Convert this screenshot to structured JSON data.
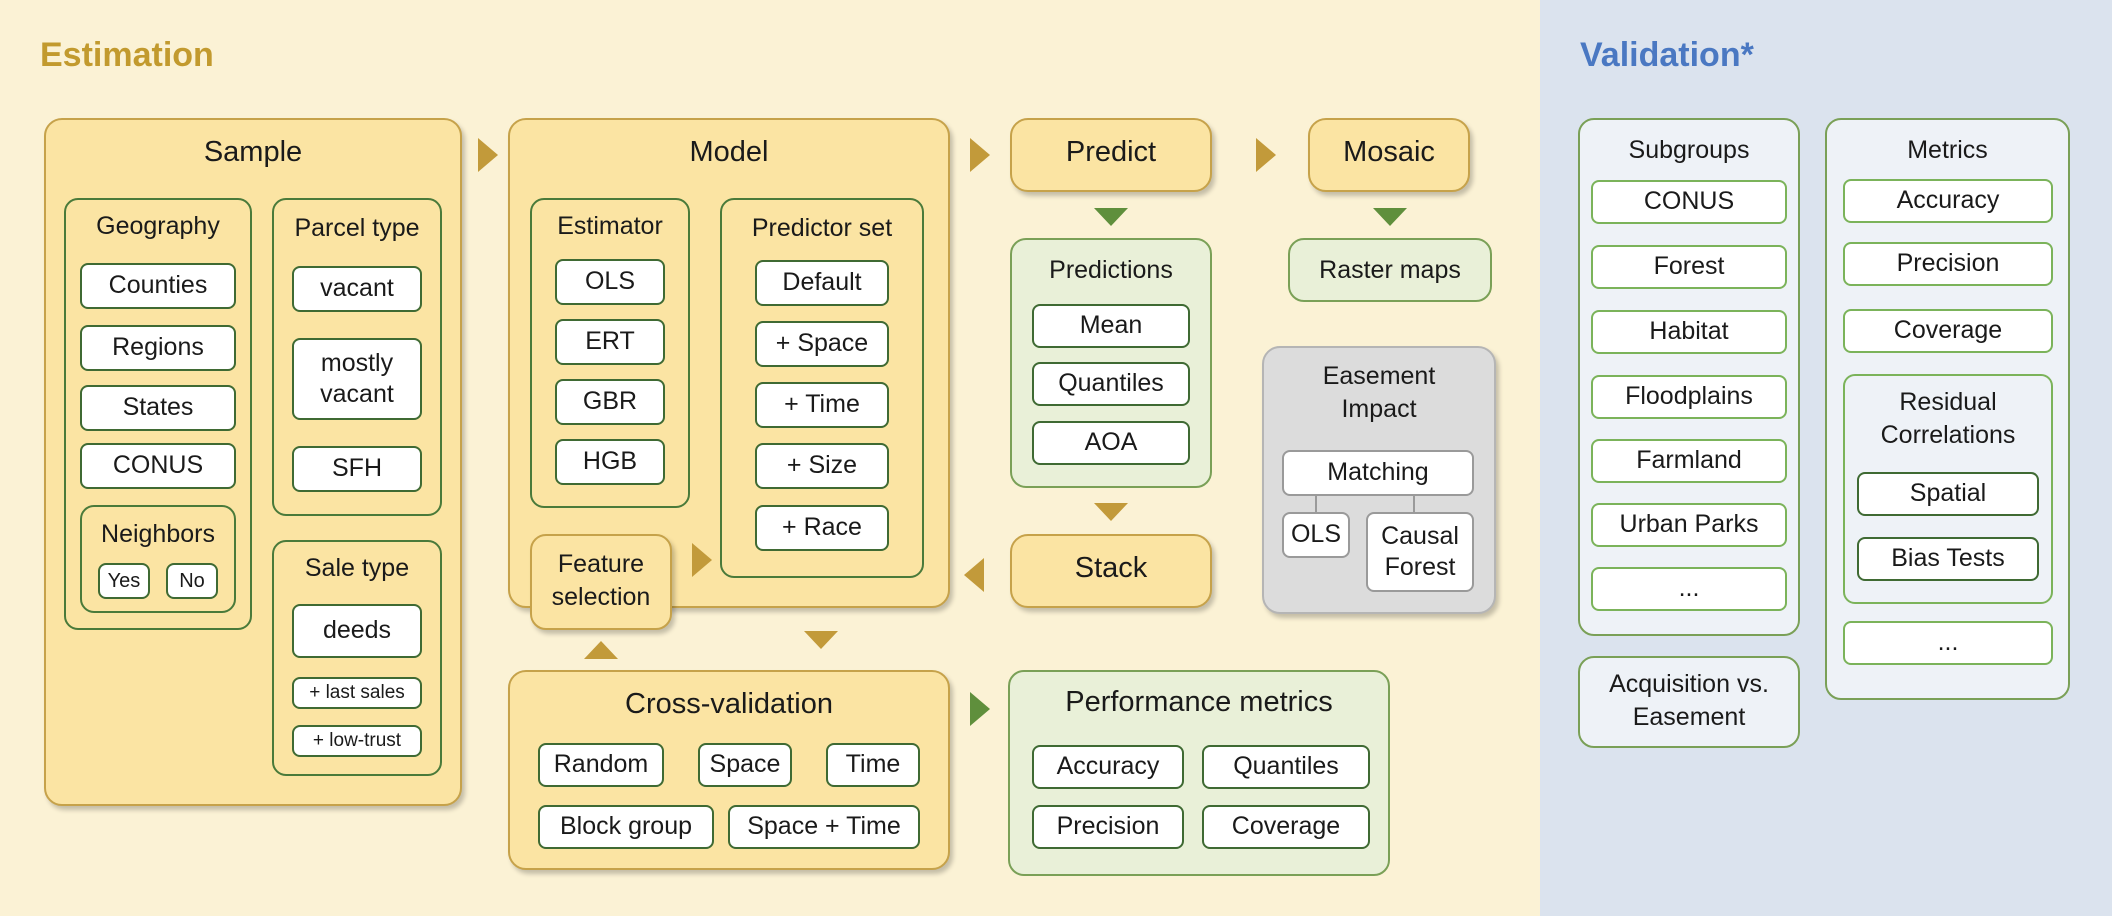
{
  "estimation": {
    "heading": "Estimation",
    "sample": {
      "title": "Sample",
      "geography": {
        "title": "Geography",
        "items": [
          "Counties",
          "Regions",
          "States",
          "CONUS"
        ],
        "neighbors": {
          "title": "Neighbors",
          "yes": "Yes",
          "no": "No"
        }
      },
      "parcel_type": {
        "title": "Parcel type",
        "items": [
          "vacant",
          "mostly vacant",
          "SFH"
        ]
      },
      "sale_type": {
        "title": "Sale type",
        "items": [
          "deeds",
          "+ last sales",
          "+ low-trust"
        ]
      }
    },
    "model": {
      "title": "Model",
      "estimator": {
        "title": "Estimator",
        "items": [
          "OLS",
          "ERT",
          "GBR",
          "HGB"
        ]
      },
      "predictor_set": {
        "title": "Predictor set",
        "items": [
          "Default",
          "+ Space",
          "+ Time",
          "+ Size",
          "+ Race"
        ]
      },
      "feature_selection": "Feature selection"
    },
    "predict": "Predict",
    "mosaic": "Mosaic",
    "predictions": {
      "title": "Predictions",
      "items": [
        "Mean",
        "Quantiles",
        "AOA"
      ]
    },
    "raster_maps": "Raster maps",
    "easement_impact": {
      "title": "Easement Impact",
      "matching": "Matching",
      "ols": "OLS",
      "causal_forest": "Causal Forest"
    },
    "stack": "Stack",
    "cross_validation": {
      "title": "Cross-validation",
      "items": [
        "Random",
        "Space",
        "Time",
        "Block group",
        "Space + Time"
      ]
    },
    "performance_metrics": {
      "title": "Performance metrics",
      "items": [
        "Accuracy",
        "Quantiles",
        "Precision",
        "Coverage"
      ]
    }
  },
  "validation": {
    "heading": "Validation*",
    "subgroups": {
      "title": "Subgroups",
      "items": [
        "CONUS",
        "Forest",
        "Habitat",
        "Floodplains",
        "Farmland",
        "Urban Parks",
        "..."
      ]
    },
    "acquisition": "Acquisition vs. Easement",
    "metrics": {
      "title": "Metrics",
      "items": [
        "Accuracy",
        "Precision",
        "Coverage"
      ],
      "residual": {
        "title": "Residual Correlations",
        "items": [
          "Spatial",
          "Bias Tests"
        ]
      },
      "more": "..."
    }
  },
  "colors": {
    "estimation_bg": "#fbf2d5",
    "validation_bg": "#dbe3ee",
    "estimation_heading": "#c29a2e",
    "validation_heading": "#4a78c2",
    "gold_box": "#fbe4a3",
    "green_box": "#e9f0d8"
  }
}
